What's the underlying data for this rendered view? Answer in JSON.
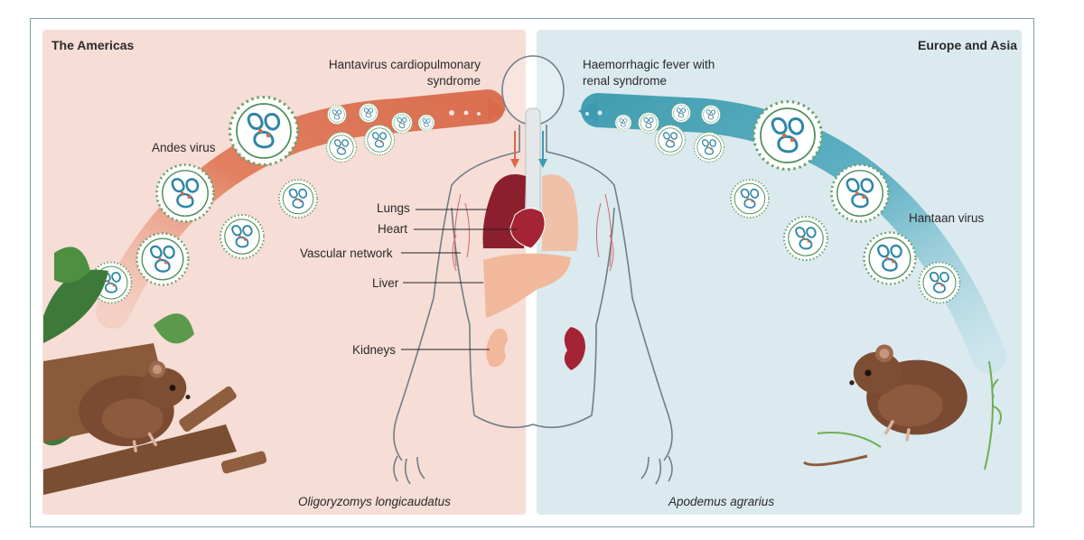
{
  "left_panel": {
    "region": "The Americas",
    "syndrome_line1": "Hantavirus cardiopulmonary",
    "syndrome_line2": "syndrome",
    "virus": "Andes virus",
    "host_species": "Oligoryzomys longicaudatus",
    "accent_color": "#d9694a",
    "background_color": "#f6ddd5"
  },
  "right_panel": {
    "region": "Europe and Asia",
    "syndrome_line1": "Haemorrhagic fever with",
    "syndrome_line2": "renal syndrome",
    "virus": "Hantaan virus",
    "host_species": "Apodemus agrarius",
    "accent_color": "#3d9bb0",
    "background_color": "#dbeaef"
  },
  "organs": [
    {
      "label": "Lungs"
    },
    {
      "label": "Heart"
    },
    {
      "label": "Vascular network"
    },
    {
      "label": "Liver"
    },
    {
      "label": "Kidneys"
    }
  ],
  "icons": {
    "virus": "virus-particle-icon",
    "left_host": "rodent-icon",
    "right_host": "rodent-icon",
    "body": "human-body-outline"
  }
}
